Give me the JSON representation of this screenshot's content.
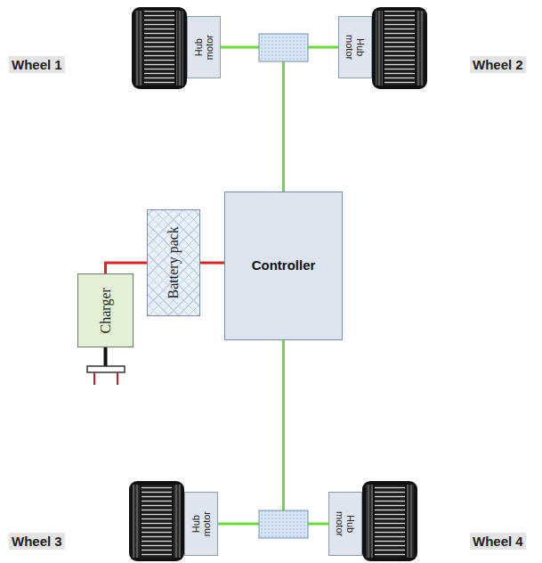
{
  "diagram": {
    "nodes": [
      {
        "text": [
          "Hub motor"
        ]
      },
      {
        "text": [
          "Hub motor"
        ]
      },
      {
        "text": [
          "Battery pack"
        ]
      },
      {
        "text": [
          "Controller"
        ]
      },
      {
        "text": [
          "Charger"
        ]
      },
      {
        "text": [
          "Hub motor"
        ]
      },
      {
        "text": [
          "Hub motor"
        ]
      }
    ],
    "edges": [
      {
        "from": 0,
        "to": 3,
        "arrow": "none"
      },
      {
        "from": 1,
        "to": 3,
        "arrow": "none"
      },
      {
        "from": 4,
        "to": 2,
        "arrow": "none"
      },
      {
        "from": 2,
        "to": 3,
        "arrow": "none"
      },
      {
        "from": 5,
        "to": 3,
        "arrow": "none"
      },
      {
        "from": 6,
        "to": 3,
        "arrow": "none"
      }
    ],
    "labels": [
      "Wheel 1",
      "Wheel 2",
      "Wheel 3",
      "Wheel 4"
    ]
  }
}
